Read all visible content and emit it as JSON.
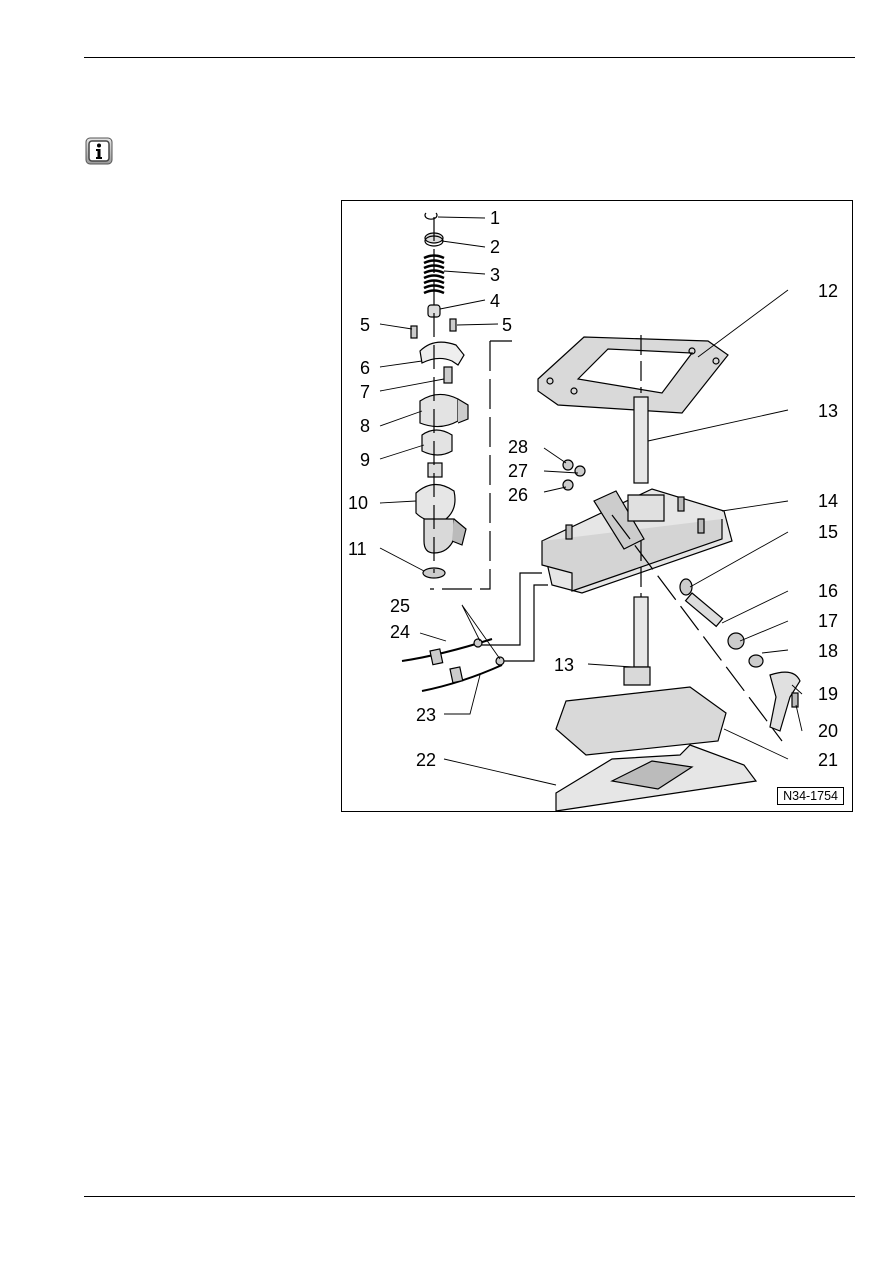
{
  "page": {
    "info_icon": "info-icon"
  },
  "figure": {
    "id": "N34-1754",
    "callouts": [
      {
        "key": "1",
        "text": "1"
      },
      {
        "key": "2",
        "text": "2"
      },
      {
        "key": "3",
        "text": "3"
      },
      {
        "key": "4",
        "text": "4"
      },
      {
        "key": "5a",
        "text": "5"
      },
      {
        "key": "5b",
        "text": "5"
      },
      {
        "key": "6",
        "text": "6"
      },
      {
        "key": "7",
        "text": "7"
      },
      {
        "key": "8",
        "text": "8"
      },
      {
        "key": "9",
        "text": "9"
      },
      {
        "key": "10",
        "text": "10"
      },
      {
        "key": "11",
        "text": "11"
      },
      {
        "key": "12",
        "text": "12"
      },
      {
        "key": "13a",
        "text": "13"
      },
      {
        "key": "13b",
        "text": "13"
      },
      {
        "key": "14",
        "text": "14"
      },
      {
        "key": "15",
        "text": "15"
      },
      {
        "key": "16",
        "text": "16"
      },
      {
        "key": "17",
        "text": "17"
      },
      {
        "key": "18",
        "text": "18"
      },
      {
        "key": "19",
        "text": "19"
      },
      {
        "key": "20",
        "text": "20"
      },
      {
        "key": "21",
        "text": "21"
      },
      {
        "key": "22",
        "text": "22"
      },
      {
        "key": "23",
        "text": "23"
      },
      {
        "key": "24",
        "text": "24"
      },
      {
        "key": "25",
        "text": "25"
      },
      {
        "key": "26",
        "text": "26"
      },
      {
        "key": "27",
        "text": "27"
      },
      {
        "key": "28",
        "text": "28"
      }
    ]
  }
}
